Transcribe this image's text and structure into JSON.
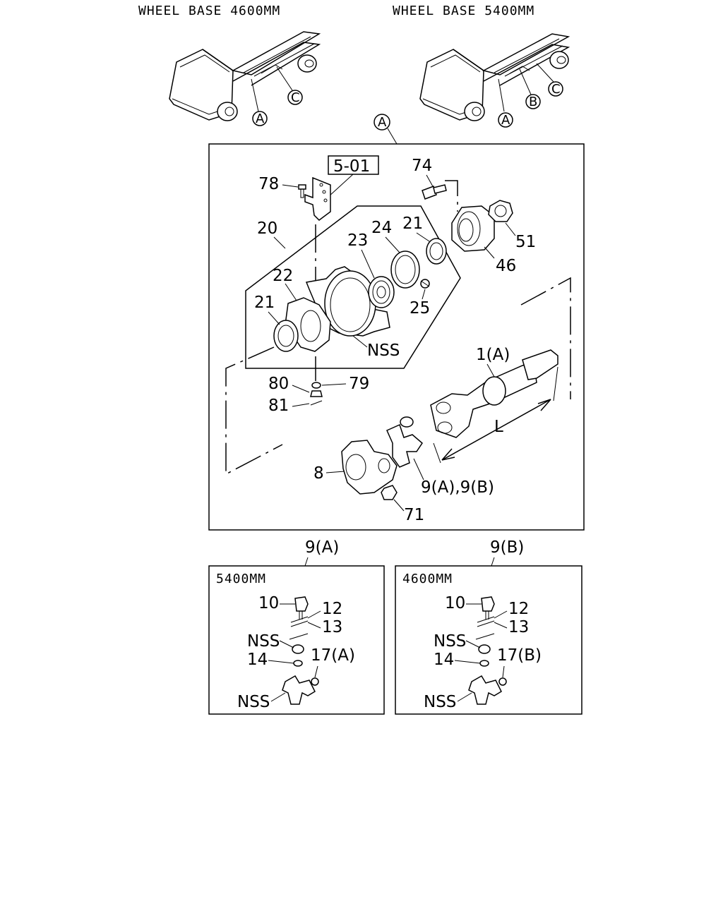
{
  "headers": {
    "left": "WHEEL BASE 4600MM",
    "right": "WHEEL BASE 5400MM"
  },
  "callouts": {
    "a": "A",
    "b": "B",
    "c": "C"
  },
  "reference_box": "5-01",
  "parts": {
    "p78": "78",
    "p74": "74",
    "p20": "20",
    "p23": "23",
    "p24": "24",
    "p21_top": "21",
    "p51": "51",
    "p46": "46",
    "p22": "22",
    "p21_left": "21",
    "p25": "25",
    "nss_main": "NSS",
    "p1a": "1(A)",
    "p80": "80",
    "p79": "79",
    "p81": "81",
    "length": "L",
    "p8": "8",
    "p9ab": "9(A),9(B)",
    "p71": "71"
  },
  "detail_a": {
    "title": "9(A)",
    "label": "5400MM",
    "p10": "10",
    "p12": "12",
    "p13": "13",
    "nss1": "NSS",
    "p14": "14",
    "p17": "17(A)",
    "nss2": "NSS"
  },
  "detail_b": {
    "title": "9(B)",
    "label": "4600MM",
    "p10": "10",
    "p12": "12",
    "p13": "13",
    "nss1": "NSS",
    "p14": "14",
    "p17": "17(B)",
    "nss2": "NSS"
  }
}
